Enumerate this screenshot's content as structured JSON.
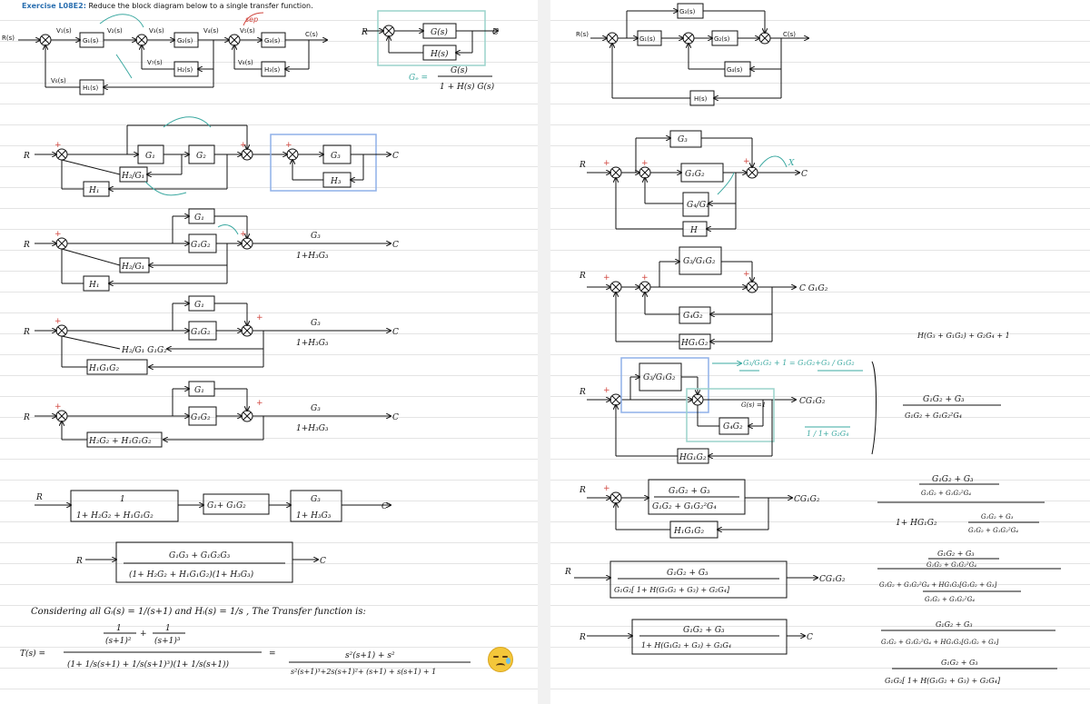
{
  "title": {
    "exercise": "Exercise L08E2:",
    "text": "Reduce the block diagram below to a single transfer function."
  },
  "colors": {
    "accent_blue": "#2a6fb0",
    "teal": "#3aa8a0",
    "sumpoint_red": "#d0443c",
    "box_blue": "#8fb0e8"
  },
  "left": {
    "orig": {
      "R": "R(s)",
      "V1": "V₁(s)",
      "G1": "G₁(s)",
      "V2": "V₂(s)",
      "V3": "V₃(s)",
      "G2": "G₂(s)",
      "V4": "V₄(s)",
      "V5": "V₅(s)",
      "G3": "G₃(s)",
      "C": "C(s)",
      "V7": "V₇(s)",
      "H2": "H₂(s)",
      "V8": "V₈(s)",
      "H3": "H₃(s)",
      "V6": "V₆(s)",
      "H1": "H₁(s)",
      "sep": "sep"
    },
    "std": {
      "R": "R",
      "G": "G(s)",
      "H": "H(s)",
      "C": "C",
      "Ge": "Gₑ =",
      "num": "G(s)",
      "den": "1 + H(s) G(s)"
    },
    "s1": {
      "R": "R",
      "G1": "G₁",
      "G2": "G₂",
      "H2G1": "H₂/G₁",
      "H1": "H₁",
      "G3": "G₃",
      "H3": "H₃",
      "C": "C"
    },
    "s2": {
      "R": "R",
      "G1": "G₁",
      "G1G2": "G₁G₂",
      "H2G1": "H₂/G₁",
      "H1": "H₁",
      "num": "G₃",
      "den": "1+H₃G₃",
      "C": "C"
    },
    "s3": {
      "R": "R",
      "G1": "G₁",
      "G1G2": "G₁G₂",
      "H2G1G2": "H₂/G₁ G₁G₂",
      "H1G1G2": "H₁G₁G₂",
      "num": "G₃",
      "den": "1+H₃G₃",
      "C": "C"
    },
    "s4": {
      "R": "R",
      "G1": "G₁",
      "G1G2": "G₁G₂",
      "fb": "H₂G₂ + H₁G₁G₂",
      "num": "G₃",
      "den": "1+H₃G₃",
      "C": "C"
    },
    "s5": {
      "R": "R",
      "num1": "1",
      "den1": "1+ H₂G₂ + H₁G₁G₂",
      "b2": "G₁+ G₁G₂",
      "num3": "G₃",
      "den3": "1+ H₃G₃",
      "C": "C"
    },
    "s6": {
      "R": "R",
      "num": "G₁G₃ + G₁G₂G₃",
      "den": "(1+ H₂G₂ + H₁G₁G₂)(1+ H₃G₃)",
      "C": "C"
    },
    "consider": "Considering all Gᵢ(s) = 1/(s+1)  and  Hᵢ(s) = 1/s ,  The Transfer function is:",
    "tf": {
      "lhs": "T(s) =",
      "n1": "1",
      "d1": "(s+1)²",
      "plus": "+",
      "n2": "1",
      "d2": "(s+1)³",
      "den": "(1+ 1/s(s+1) + 1/s(s+1)³)(1+ 1/s(s+1))",
      "eq": "=",
      "rnum": "s²(s+1) + s²",
      "rden": "s²(s+1)³+2s(s+1)²+ (s+1) + s(s+1) + 1"
    }
  },
  "right": {
    "orig": {
      "R": "R(s)",
      "G1": "G₁(s)",
      "G2": "G₂(s)",
      "G3": "G₃(s)",
      "G4": "G₄(s)",
      "H": "H(s)",
      "C": "C(s)"
    },
    "r1": {
      "R": "R",
      "G3": "G₃",
      "G1G2": "G₁G₂",
      "G4G1": "G₄/G₁",
      "H": "H",
      "C": "C",
      "x": "X"
    },
    "r2": {
      "R": "R",
      "G3": "G₃/G₁G₂",
      "G4G2": "G₄G₂",
      "HG1G2": "HG₁G₂",
      "out": "C G₁G₂"
    },
    "r3": {
      "R": "R",
      "G3": "G₃/G₁G₂",
      "G4G2": "G₄G₂",
      "HG1G2": "HG₁G₂",
      "out": "CG₁G₂",
      "note1": "G₃/G₁G₂ + 1 = G₁G₂+G₃ / G₁G₂",
      "gain": "G(s) =1",
      "note2": "1 / 1+ G₂G₄"
    },
    "r4": {
      "R": "R",
      "num": "G₁G₂ + G₃",
      "den": "G₁G₂ + G₁G₂²G₄",
      "fb": "H₁G₁G₂",
      "out": "CG₁G₂"
    },
    "r5": {
      "R": "R",
      "num": "G₁G₂ + G₃",
      "den": "G₁G₂[ 1+ H(G₁G₂ + G₃) + G₂G₄]",
      "out": "CG₁G₂"
    },
    "r6": {
      "R": "R",
      "num": "G₁G₂ + G₃",
      "den": "1+ H(G₁G₂ + G₃) + G₂G₄",
      "C": "C"
    },
    "side": {
      "a": "H(G₃ + G₁G₂) + G₂G₄ + 1",
      "b_num": "G₁G₂ + G₃",
      "b_den": "G₁G₂ + G₁G₂²G₄",
      "c_num": "G₁G₂ + G₃",
      "c_den": "G₁G₂ + G₁G₂²G₄",
      "d_pre": "1+ HG₁G₂",
      "d_num": "G₁G₂ + G₃",
      "d_den": "G₁G₂ + G₁G₂²G₄",
      "e_num": "G₁G₂ + G₃",
      "e_mid": "G₁G₂ + G₁G₂²G₄",
      "e_den": "G₁G₂ + G₁G₂²G₄ + HG₁G₂[G₁G₂ + G₃]",
      "e_den2": "G₁G₂ + G₁G₂²G₄",
      "f_num": "G₁G₂ + G₃",
      "f_den": "G₁G₂ + G₁G₂²G₄ + HG₁G₂[G₁G₂ + G₃]",
      "g_num": "G₁G₂ + G₃",
      "g_den": "G₁G₂[ 1+ H(G₁G₂ + G₃) + G₂G₄]"
    }
  }
}
